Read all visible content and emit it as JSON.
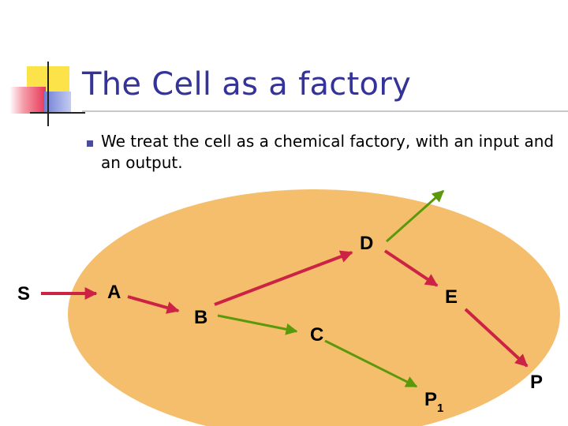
{
  "slide": {
    "title": "The Cell as a factory",
    "bullet": "We treat the cell as a chemical factory, with an input and an output."
  },
  "colors": {
    "title": "#333399",
    "cell_fill": "#f4be6c",
    "red_arrow": "#cc2244",
    "green_arrow": "#5a9a0a",
    "deco_yellow": "#fde34a",
    "deco_red": "#e8375a",
    "deco_blue": "#6f7fd6"
  },
  "diagram": {
    "nodes": {
      "S": "S",
      "A": "A",
      "B": "B",
      "C": "C",
      "D": "D",
      "E": "E",
      "P": "P",
      "P1_base": "P",
      "P1_sub": "1"
    },
    "edges": [
      {
        "from": "S",
        "to": "A",
        "color": "red"
      },
      {
        "from": "A",
        "to": "B",
        "color": "red"
      },
      {
        "from": "B",
        "to": "D",
        "color": "red"
      },
      {
        "from": "B",
        "to": "C",
        "color": "green"
      },
      {
        "from": "C",
        "to": "P1",
        "color": "green"
      },
      {
        "from": "D",
        "to": "E",
        "color": "red"
      },
      {
        "from": "D",
        "to": "out",
        "color": "green"
      },
      {
        "from": "E",
        "to": "P",
        "color": "red"
      }
    ]
  }
}
